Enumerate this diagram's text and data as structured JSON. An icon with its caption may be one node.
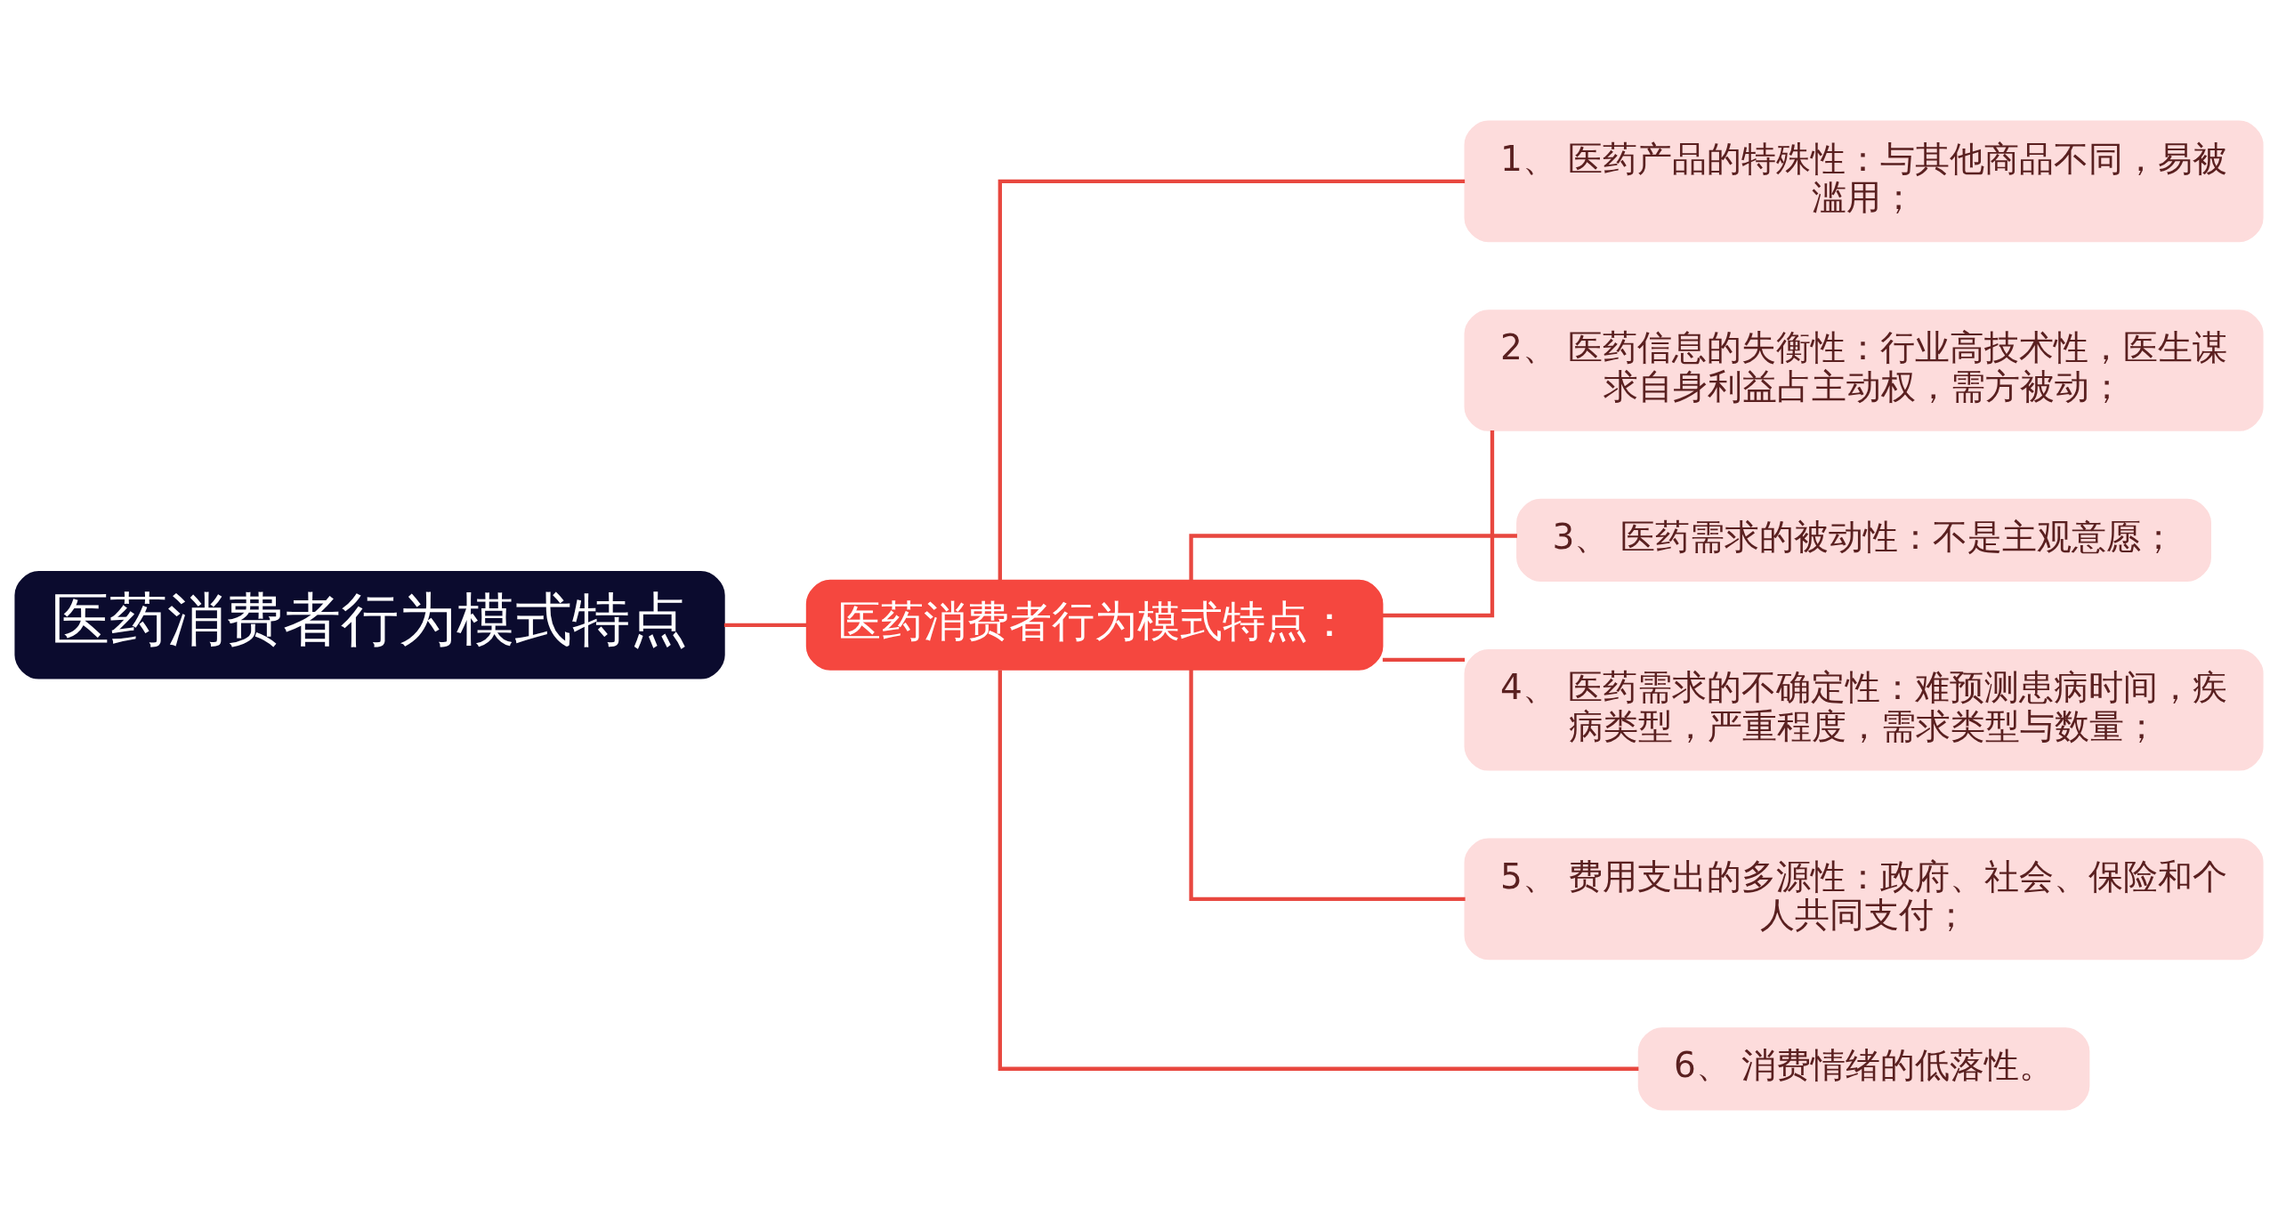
{
  "diagram": {
    "nodes": [
      {
        "text": [
          "医药消费者行为模式特点"
        ]
      },
      {
        "text": [
          "医药消费者行为模式特点："
        ]
      },
      {
        "text": [
          "1、 医药产品的特殊性：与其他商品不同，易被滥用；"
        ]
      },
      {
        "text": [
          "2、 医药信息的失衡性：行业高技术性，医生谋求自身利益占主动权，需方被动；"
        ]
      },
      {
        "text": [
          "3、 医药需求的被动性：不是主观意愿；"
        ]
      },
      {
        "text": [
          "4、 医药需求的不确定性：难预测患病时间，疾病类型，严重程度，需求类型与数量；"
        ]
      },
      {
        "text": [
          "5、 费用支出的多源性：政府、社会、保险和个人共同支付；"
        ]
      },
      {
        "text": [
          "6、 消费情绪的低落性。"
        ]
      }
    ],
    "edges": [
      {
        "from": 0,
        "to": 1,
        "arrow": "none"
      },
      {
        "from": 1,
        "to": 2,
        "arrow": "none"
      },
      {
        "from": 1,
        "to": 3,
        "arrow": "none"
      },
      {
        "from": 1,
        "to": 4,
        "arrow": "none"
      },
      {
        "from": 1,
        "to": 5,
        "arrow": "none"
      },
      {
        "from": 1,
        "to": 6,
        "arrow": "none"
      },
      {
        "from": 1,
        "to": 7,
        "arrow": "none"
      }
    ]
  }
}
